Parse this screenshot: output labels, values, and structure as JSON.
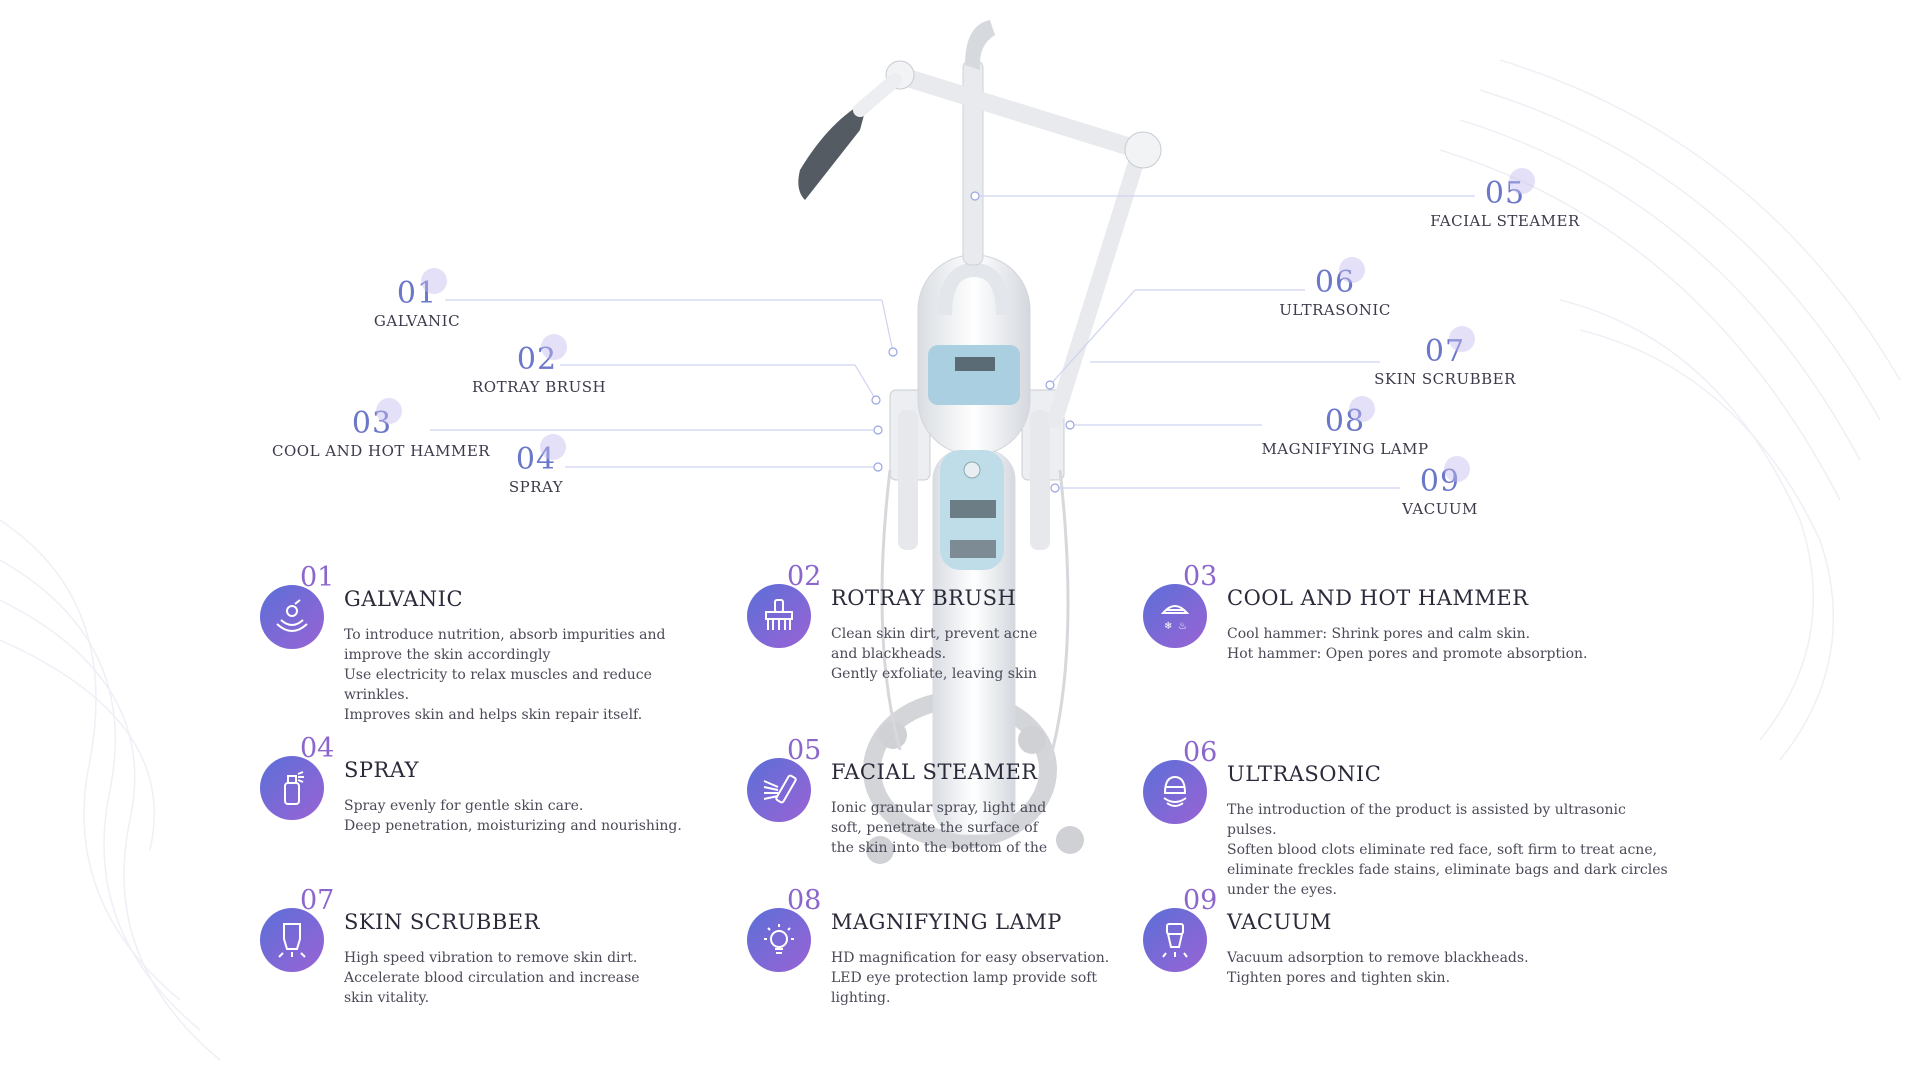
{
  "callouts": [
    {
      "num": "01",
      "label": "GALVANIC"
    },
    {
      "num": "02",
      "label": "ROTRAY BRUSH"
    },
    {
      "num": "03",
      "label": "COOL AND HOT HAMMER"
    },
    {
      "num": "04",
      "label": "SPRAY"
    },
    {
      "num": "05",
      "label": "FACIAL STEAMER"
    },
    {
      "num": "06",
      "label": "ULTRASONIC"
    },
    {
      "num": "07",
      "label": "SKIN SCRUBBER"
    },
    {
      "num": "08",
      "label": "MAGNIFYING LAMP"
    },
    {
      "num": "09",
      "label": "VACUUM"
    }
  ],
  "features": [
    {
      "num": "01",
      "title": "GALVANIC",
      "icon": "galvanic-icon",
      "lines": [
        "To introduce nutrition, absorb impurities and improve the skin accordingly",
        "Use electricity to relax muscles and reduce wrinkles.",
        "Improves skin and helps skin repair itself."
      ]
    },
    {
      "num": "02",
      "title": "ROTRAY BRUSH",
      "icon": "brush-icon",
      "lines": [
        "Clean skin dirt, prevent acne and blackheads.",
        "Gently exfoliate, leaving skin"
      ]
    },
    {
      "num": "03",
      "title": "COOL AND HOT HAMMER",
      "icon": "hammer-icon",
      "lines": [
        "Cool hammer: Shrink pores and calm skin.",
        "Hot hammer: Open pores and promote absorption."
      ]
    },
    {
      "num": "04",
      "title": "SPRAY",
      "icon": "spray-bottle-icon",
      "lines": [
        "Spray evenly for gentle skin care.",
        "Deep penetration, moisturizing and nourishing."
      ]
    },
    {
      "num": "05",
      "title": "FACIAL STEAMER",
      "icon": "steamer-icon",
      "lines": [
        "Ionic granular spray, light and soft, penetrate the surface of the skin into the bottom of the"
      ]
    },
    {
      "num": "06",
      "title": "ULTRASONIC",
      "icon": "ultrasonic-icon",
      "lines": [
        "The introduction of the product is assisted by ultrasonic pulses.",
        "Soften blood clots eliminate red face, soft firm to treat acne, eliminate freckles fade stains, eliminate bags and dark circles under the eyes."
      ]
    },
    {
      "num": "07",
      "title": "SKIN SCRUBBER",
      "icon": "scrubber-icon",
      "lines": [
        "High speed vibration to remove skin dirt.",
        "Accelerate blood circulation and increase skin vitality."
      ]
    },
    {
      "num": "08",
      "title": "MAGNIFYING LAMP",
      "icon": "lamp-icon",
      "lines": [
        "HD magnification for easy observation.",
        "LED eye protection lamp provide soft lighting."
      ]
    },
    {
      "num": "09",
      "title": "VACUUM",
      "icon": "vacuum-icon",
      "lines": [
        "Vacuum adsorption to remove blackheads.",
        "Tighten pores and tighten skin."
      ]
    }
  ],
  "colors": {
    "accent": "#6b77c8",
    "accent2": "#9a63d4",
    "line": "#cdd3f0"
  }
}
